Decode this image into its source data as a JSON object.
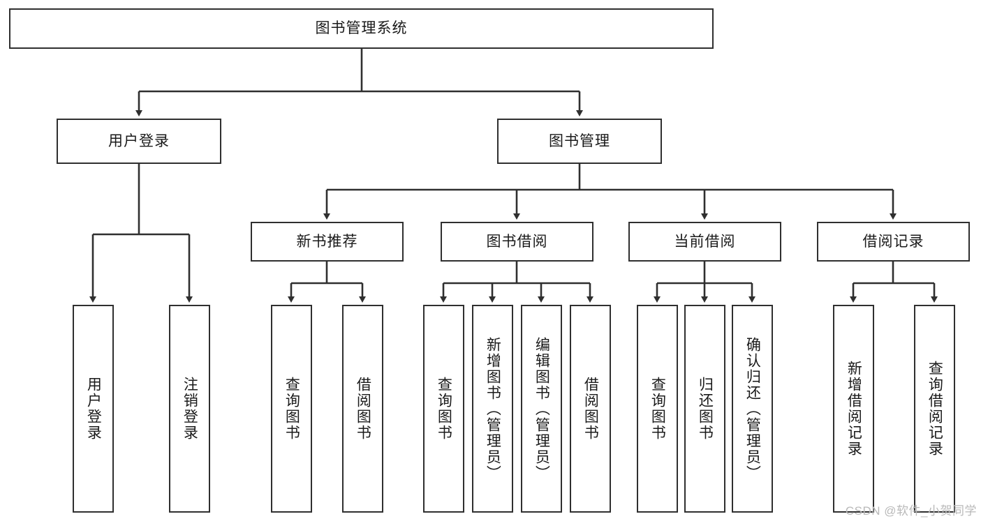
{
  "diagram": {
    "type": "tree",
    "title_node": "图书管理系统",
    "watermark": "CSDN @软件_小贺同学",
    "colors": {
      "background": "#ffffff",
      "box_border": "#2f2f2f",
      "box_fill": "#ffffff",
      "connector": "#2f2f2f",
      "text": "#1a1a1a",
      "watermark": "#b9b9b9"
    },
    "nodes": {
      "root": {
        "label": "图书管理系统"
      },
      "level1": [
        {
          "id": "user-login",
          "label": "用户登录"
        },
        {
          "id": "book-manage",
          "label": "图书管理"
        }
      ],
      "level2": [
        {
          "id": "new-book-recommend",
          "label": "新书推荐"
        },
        {
          "id": "book-borrow",
          "label": "图书借阅"
        },
        {
          "id": "current-borrow",
          "label": "当前借阅"
        },
        {
          "id": "borrow-record",
          "label": "借阅记录"
        }
      ],
      "leaves": {
        "user_login": [
          {
            "id": "leaf-user-login",
            "label": "用户登录"
          },
          {
            "id": "leaf-logout-login",
            "label": "注销登录"
          }
        ],
        "new_book_recommend": [
          {
            "id": "leaf-query-book-1",
            "label": "查询图书"
          },
          {
            "id": "leaf-borrow-book-1",
            "label": "借阅图书"
          }
        ],
        "book_borrow": [
          {
            "id": "leaf-query-book-2",
            "label": "查询图书"
          },
          {
            "id": "leaf-add-book",
            "label": "新增图书（管理员）"
          },
          {
            "id": "leaf-edit-book",
            "label": "编辑图书（管理员）"
          },
          {
            "id": "leaf-borrow-book-2",
            "label": "借阅图书"
          }
        ],
        "current_borrow": [
          {
            "id": "leaf-query-book-3",
            "label": "查询图书"
          },
          {
            "id": "leaf-return-book",
            "label": "归还图书"
          },
          {
            "id": "leaf-confirm-return",
            "label": "确认归还（管理员）"
          }
        ],
        "borrow_record": [
          {
            "id": "leaf-add-record",
            "label": "新增借阅记录"
          },
          {
            "id": "leaf-query-record",
            "label": "查询借阅记录"
          }
        ]
      }
    }
  }
}
